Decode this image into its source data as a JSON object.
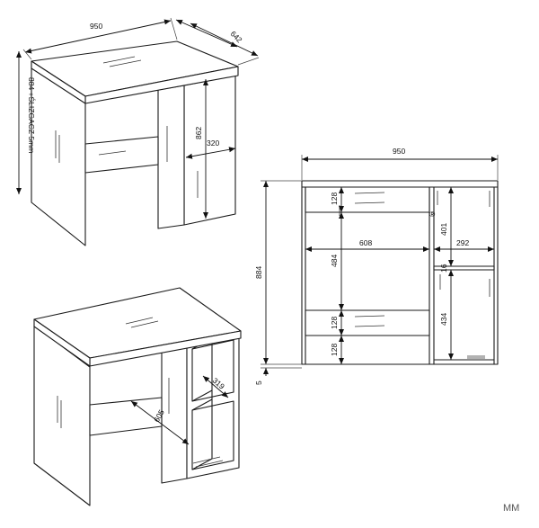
{
  "view_top": {
    "width": "950",
    "depth": "642",
    "height_note": "884 +ŚLIZGACZ 5mm",
    "cabinet_height": "862",
    "cabinet_depth": "320"
  },
  "view_front": {
    "width": "950",
    "total_height": "884",
    "glide": "5",
    "drawer_top": "128",
    "knee_space": "484",
    "drawer_bottom": "128",
    "plinth": "128",
    "inner_width": "608",
    "shelf_upper": "401",
    "shelf_depth": "292",
    "shelf_thickness": "16",
    "shelf_lower": "434",
    "registered_mark": "®"
  },
  "view_bottom": {
    "niche_depth": "319",
    "drawer_depth": "605"
  },
  "watermark": "MM",
  "colors": {
    "line": "#1a1a1a",
    "background": "#ffffff"
  }
}
